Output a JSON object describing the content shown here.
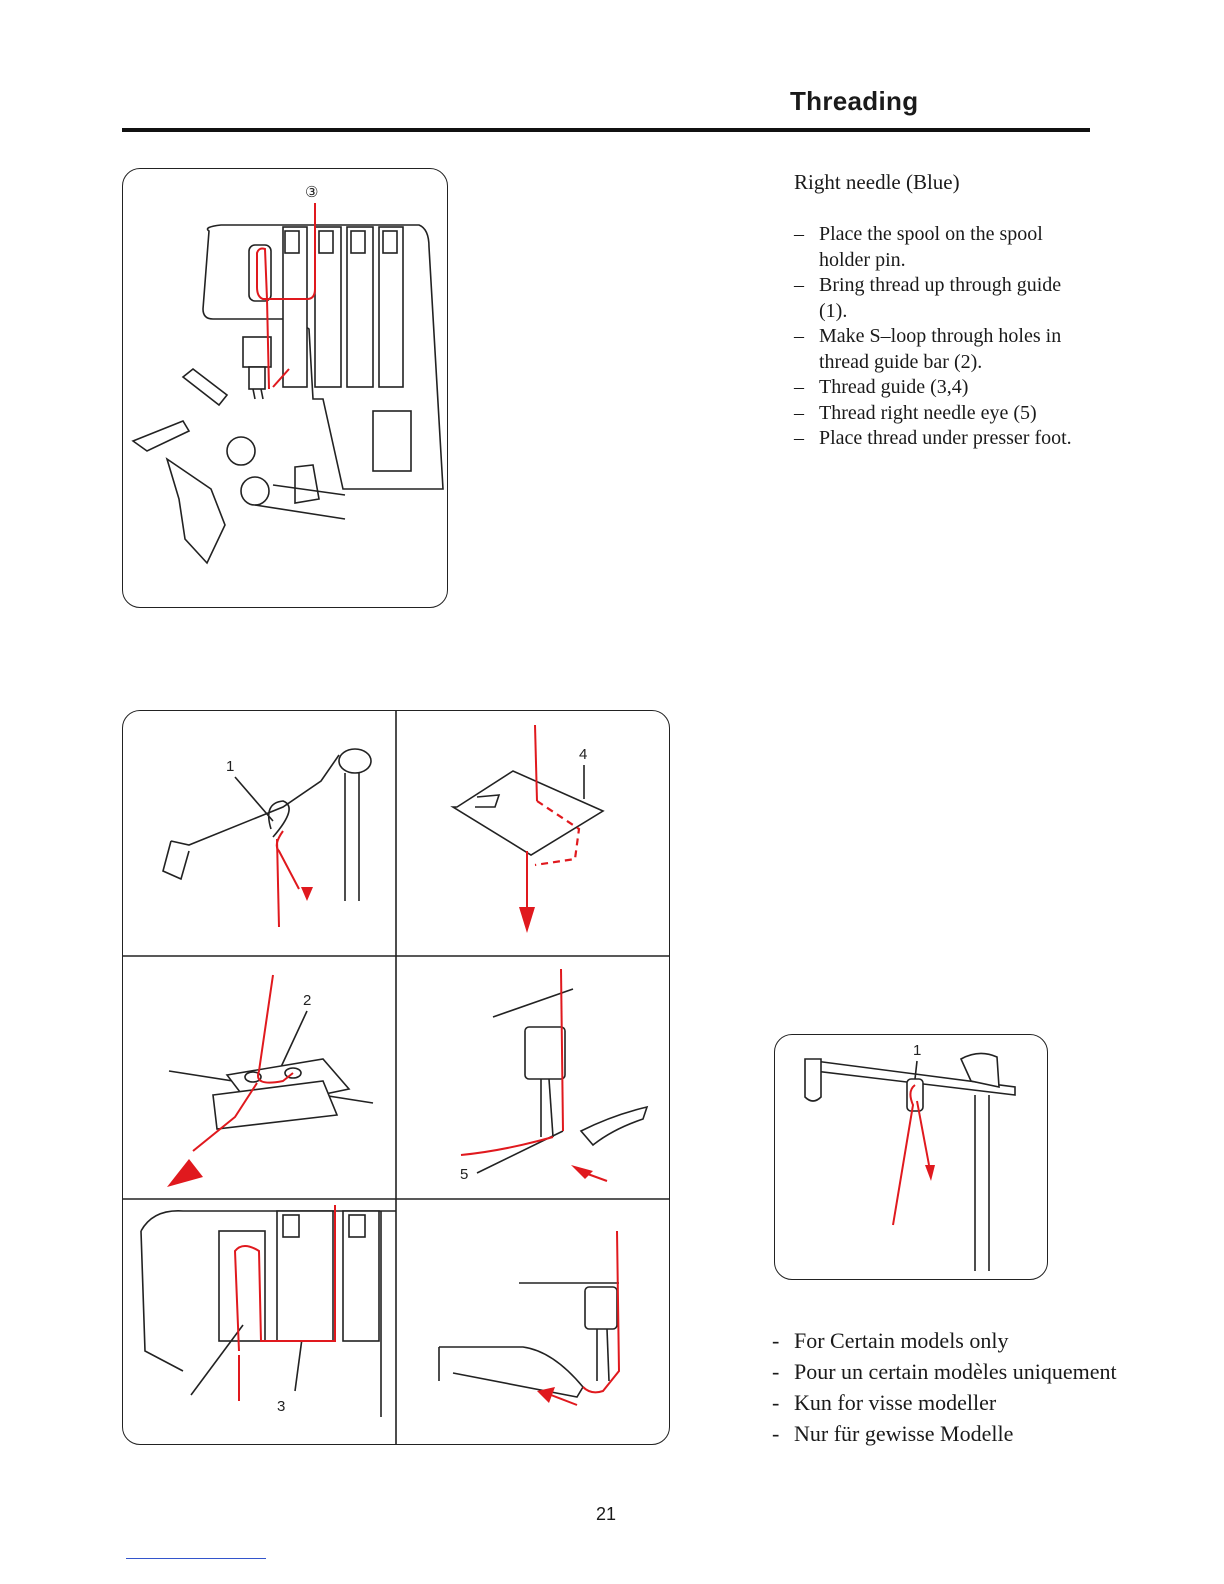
{
  "page": {
    "title": "Threading",
    "page_number": "21"
  },
  "figures": {
    "top": {
      "callout": "③"
    },
    "grid": {
      "callout_1": "1",
      "callout_2": "2",
      "callout_3": "3",
      "callout_4": "4",
      "callout_5": "5"
    },
    "small": {
      "callout": "1"
    }
  },
  "instructions": {
    "heading": "Right needle (Blue)",
    "steps": [
      "Place the spool on the spool holder pin.",
      "Bring thread up through guide (1).",
      "Make S–loop through holes in thread guide bar (2).",
      "Thread guide (3,4)",
      "Thread right needle eye (5)",
      "Place thread under presser foot."
    ]
  },
  "notes": [
    "For Certain models only",
    "Pour un certain modèles uniquement",
    "Kun for visse modeller",
    "Nur für gewisse Modelle"
  ],
  "colors": {
    "thread": "#e0191e",
    "ink": "#222222",
    "rule": "#111111"
  }
}
